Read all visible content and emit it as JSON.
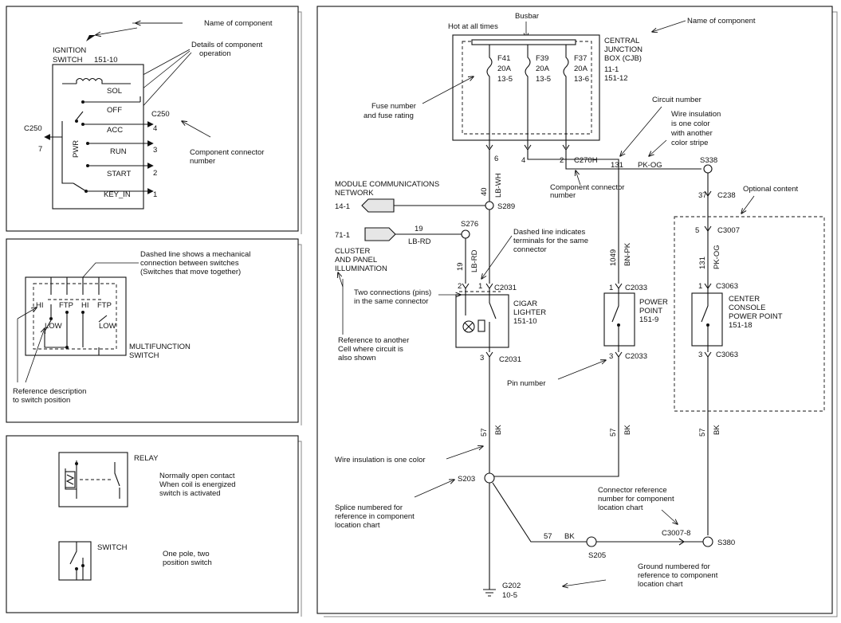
{
  "panel_ignition": {
    "name_of_component": "Name of component",
    "details_of_operation": "Details of component",
    "details_of_operation_2": "operation",
    "title": "IGNITION",
    "title_2": "SWITCH",
    "cell_ref": "151-10",
    "positions": [
      "SOL",
      "OFF",
      "ACC",
      "RUN",
      "START",
      "KEY_IN"
    ],
    "pins": [
      "4",
      "3",
      "2",
      "1"
    ],
    "pwr": "PWR",
    "left_connector": "C250",
    "left_pin": "7",
    "right_connector": "C250",
    "connector_note": "Component connector",
    "connector_note_2": "number"
  },
  "panel_multifunction": {
    "note_1": "Dashed line shows a mechanical",
    "note_2": "connection between switches",
    "note_3": "(Switches that move together)",
    "labels": [
      "HI",
      "FTP",
      "HI",
      "FTP",
      "LOW",
      "LOW"
    ],
    "title": "MULTIFUNCTION",
    "title_2": "SWITCH",
    "ref_note_1": "Reference description",
    "ref_note_2": "to switch position"
  },
  "panel_legend": {
    "relay_label": "RELAY",
    "relay_note_1": "Normally open contact",
    "relay_note_2": "When coil is energized",
    "relay_note_3": "switch is activated",
    "switch_label": "SWITCH",
    "switch_note_1": "One pole, two",
    "switch_note_2": "position switch"
  },
  "main": {
    "hot": "Hot at all times",
    "busbar": "Busbar",
    "name_of_component": "Name of component",
    "cjb_1": "CENTRAL",
    "cjb_2": "JUNCTION",
    "cjb_3": "BOX (CJB)",
    "cjb_ref_1": "11-1",
    "cjb_ref_2": "151-12",
    "fuses": [
      {
        "name": "F41",
        "rating": "20A",
        "ref": "13-5"
      },
      {
        "name": "F39",
        "rating": "20A",
        "ref": "13-5"
      },
      {
        "name": "F37",
        "rating": "20A",
        "ref": "13-6"
      }
    ],
    "fuse_note_1": "Fuse number",
    "fuse_note_2": "and fuse rating",
    "pin_6": "6",
    "pin_4": "4",
    "pin_2": "2",
    "circuit_number": "Circuit number",
    "wire_ins_1": "Wire insulation",
    "wire_ins_2": "is one color",
    "wire_ins_3": "with another",
    "wire_ins_4": "color stripe",
    "c270h": "C270H",
    "circ_131": "131",
    "pk_og": "PK-OG",
    "s338": "S338",
    "comp_conn_1": "Component connector",
    "comp_conn_2": "number",
    "mcn_1": "MODULE COMMUNICATIONS",
    "mcn_2": "NETWORK",
    "ref_14_1": "14-1",
    "circ_40": "40",
    "lb_wh": "LB-WH",
    "s289": "S289",
    "ref_71_1": "71-1",
    "circ_19": "19",
    "lb_rd": "LB-RD",
    "s276": "S276",
    "cluster_1": "CLUSTER",
    "cluster_2": "AND PANEL",
    "cluster_3": "ILLUMINATION",
    "dashed_note_1": "Dashed line indicates",
    "dashed_note_2": "terminals for the same",
    "dashed_note_3": "connector",
    "circ_19b": "19",
    "lb_rd_b": "LB-RD",
    "pin_2b": "2",
    "pin_1b": "1",
    "c2031": "C2031",
    "two_conn_1": "Two connections (pins)",
    "two_conn_2": "in the same connector",
    "cig_1": "CIGAR",
    "cig_2": "LIGHTER",
    "cig_3": "151-10",
    "ref_note_1": "Reference to another",
    "ref_note_2": "Cell where circuit is",
    "ref_note_3": "also shown",
    "pin_3": "3",
    "c2031b": "C2031",
    "circ_1049": "1049",
    "bn_pk": "BN-PK",
    "pin_1c": "1",
    "c2033": "C2033",
    "pp_1": "POWER",
    "pp_2": "POINT",
    "pp_3": "151-9",
    "pin_3c": "3",
    "c2033b": "C2033",
    "pin_number": "Pin number",
    "circ_37": "37",
    "c238": "C238",
    "optional": "Optional content",
    "pin_5": "5",
    "c3007": "C3007",
    "circ_131b": "131",
    "pk_og_b": "PK-OG",
    "pin_1d": "1",
    "c3063": "C3063",
    "ccpp_1": "CENTER",
    "ccpp_2": "CONSOLE",
    "ccpp_3": "POWER POINT",
    "ccpp_4": "151-18",
    "pin_3d": "3",
    "c3063b": "C3063",
    "circ_57a": "57",
    "bk_a": "BK",
    "circ_57b": "57",
    "bk_b": "BK",
    "circ_57c": "57",
    "bk_c": "BK",
    "wire_one_color": "Wire insulation is one color",
    "s203": "S203",
    "splice_1": "Splice numbered for",
    "splice_2": "reference in component",
    "splice_3": "location chart",
    "conn_ref_1": "Connector reference",
    "conn_ref_2": "number for component",
    "conn_ref_3": "location chart",
    "circ_57d": "57",
    "bk_d": "BK",
    "s205": "S205",
    "c3007_8": "C3007-8",
    "s380": "S380",
    "ground_1": "Ground numbered for",
    "ground_2": "reference to component",
    "ground_3": "location chart",
    "g202": "G202",
    "g202_ref": "10-5"
  }
}
